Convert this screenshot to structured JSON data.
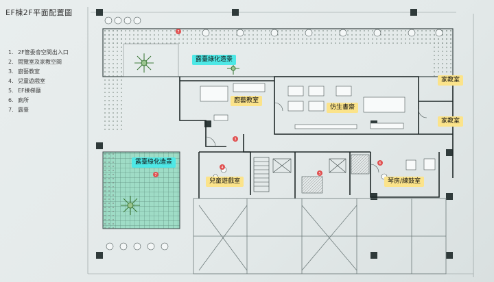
{
  "title": "EF棟2F平面配置圖",
  "legend": [
    {
      "num": "1.",
      "text": "2F管委會空間出入口"
    },
    {
      "num": "2.",
      "text": "閱覽室及家教空間"
    },
    {
      "num": "3.",
      "text": "廚藝教室"
    },
    {
      "num": "4.",
      "text": "兒童遊戲室"
    },
    {
      "num": "5.",
      "text": "EF棟梯廳"
    },
    {
      "num": "6.",
      "text": "廁所"
    },
    {
      "num": "7.",
      "text": "露臺"
    }
  ],
  "rooms": {
    "terrace_top": "露臺綠化造景",
    "terrace_left": "露臺綠化造景",
    "cooking": "廚藝教室",
    "study": "仿生書齋",
    "tutor_1": "家教室",
    "tutor_2": "家教室",
    "kids": "兒童遊戲室",
    "music": "琴房/練鼓室"
  },
  "markers": [
    "7",
    "7",
    "3",
    "4",
    "5",
    "6"
  ],
  "colors": {
    "room_label": "#fbe38a",
    "terrace_label": "#4ee8e6",
    "marker": "#e05050"
  }
}
